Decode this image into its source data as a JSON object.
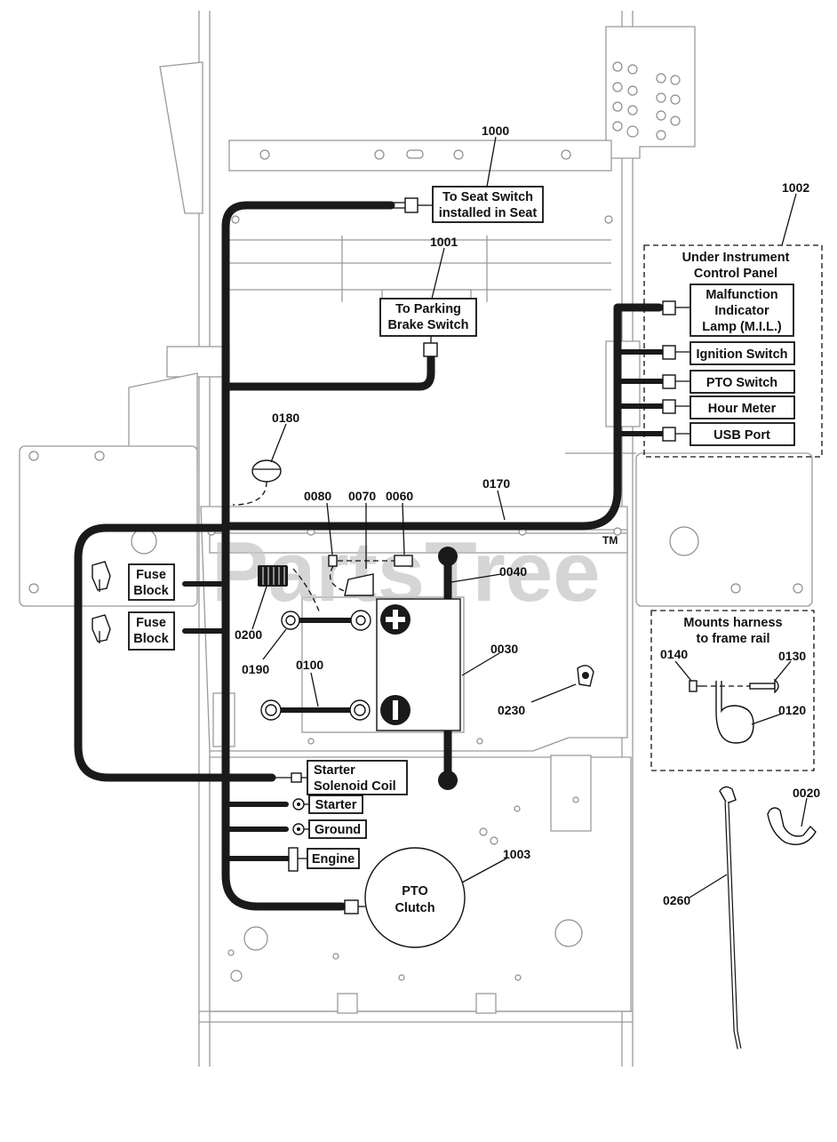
{
  "callouts": {
    "c1000": "1000",
    "c1001": "1001",
    "c1002": "1002",
    "c0180": "0180",
    "c0080": "0080",
    "c0070": "0070",
    "c0060": "0060",
    "c0170": "0170",
    "c0040": "0040",
    "c0200": "0200",
    "c0190": "0190",
    "c0100": "0100",
    "c0030": "0030",
    "c0230": "0230",
    "c0140": "0140",
    "c0130": "0130",
    "c0120": "0120",
    "c0020": "0020",
    "c0260": "0260",
    "c1003": "1003"
  },
  "labels": {
    "seat_switch_l1": "To Seat Switch",
    "seat_switch_l2": "installed in Seat",
    "parking_brake_l1": "To Parking",
    "parking_brake_l2": "Brake Switch",
    "panel_title_l1": "Under Instrument",
    "panel_title_l2": "Control Panel",
    "mil_l1": "Malfunction",
    "mil_l2": "Indicator",
    "mil_l3": "Lamp (M.I.L.)",
    "ignition": "Ignition Switch",
    "pto_switch": "PTO Switch",
    "hour_meter": "Hour Meter",
    "usb_port": "USB Port",
    "fuse_block_1_l1": "Fuse",
    "fuse_block_1_l2": "Block",
    "fuse_block_2_l1": "Fuse",
    "fuse_block_2_l2": "Block",
    "starter_solenoid_l1": "Starter",
    "starter_solenoid_l2": "Solenoid Coil",
    "starter": "Starter",
    "ground": "Ground",
    "engine": "Engine",
    "pto_clutch_l1": "PTO",
    "pto_clutch_l2": "Clutch",
    "mounts_l1": "Mounts harness",
    "mounts_l2": "to frame rail",
    "watermark": "PartsTree",
    "watermark_tm": "TM"
  }
}
